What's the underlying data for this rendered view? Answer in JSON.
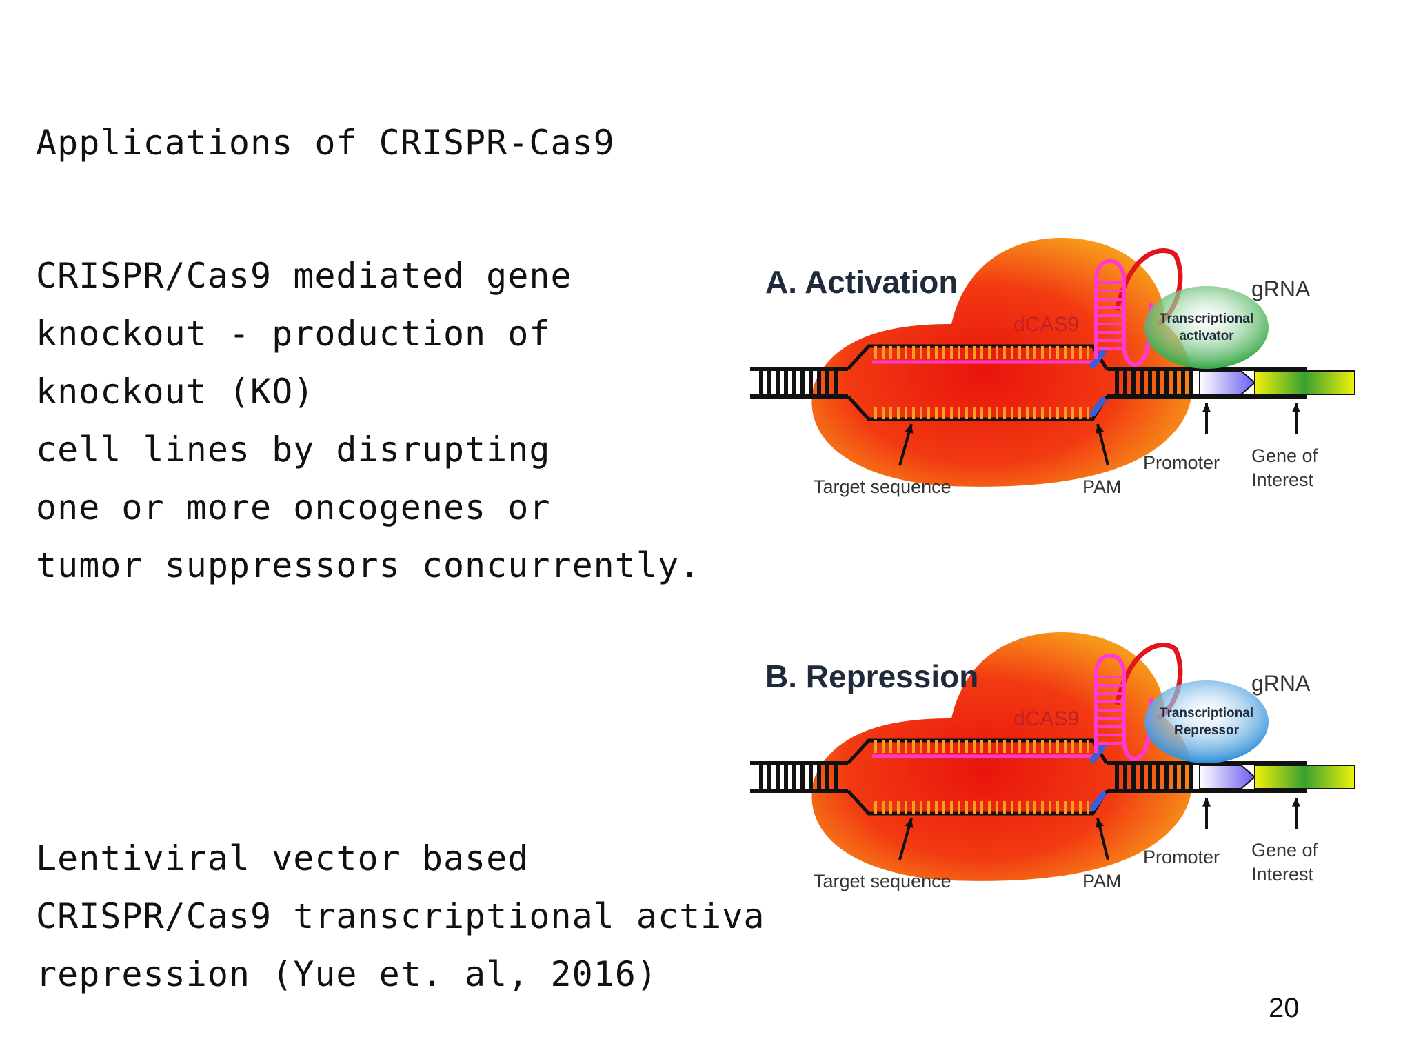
{
  "slide": {
    "title": "Applications of CRISPR-Cas9",
    "paragraph1": [
      "CRISPR/Cas9 mediated gene",
      "knockout - production of",
      "knockout (KO)",
      "cell lines by disrupting",
      "one or more oncogenes or",
      "tumor suppressors concurrently."
    ],
    "paragraph2": [
      "Lentiviral vector based",
      "CRISPR/Cas9 transcriptional activa",
      "repression (Yue et. al, 2016)"
    ],
    "page_number": "20"
  },
  "figure": {
    "panels": [
      {
        "heading": "A. Activation",
        "protein_label": "dCAS9",
        "grna_label": "gRNA",
        "effector_line1": "Transcriptional",
        "effector_line2": "activator",
        "effector_color": "#35a845",
        "target_label": "Target sequence",
        "pam_label": "PAM",
        "promoter_label": "Promoter",
        "gene_line1": "Gene of",
        "gene_line2": "Interest"
      },
      {
        "heading": "B. Repression",
        "protein_label": "dCAS9",
        "grna_label": "gRNA",
        "effector_line1": "Transcriptional",
        "effector_line2": "Repressor",
        "effector_color": "#2f8fd8",
        "target_label": "Target sequence",
        "pam_label": "PAM",
        "promoter_label": "Promoter",
        "gene_line1": "Gene of",
        "gene_line2": "Interest"
      }
    ]
  }
}
